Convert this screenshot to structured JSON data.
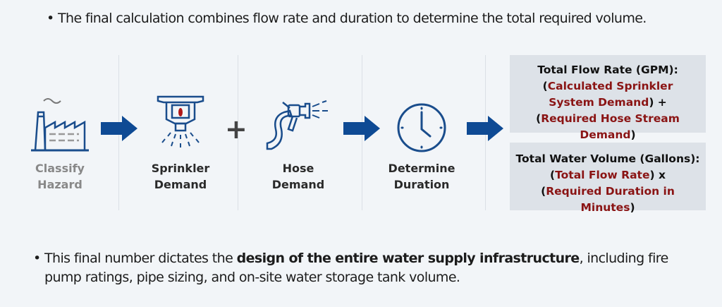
{
  "bullets": {
    "top": "The final calculation combines flow rate and duration to determine the total required volume.",
    "bottom_pre": "This final number dictates the ",
    "bottom_bold": "design of the entire water supply infrastructure",
    "bottom_post": ", including fire pump ratings, pipe sizing, and on-site water storage tank volume.",
    "bullet_glyph": "•"
  },
  "steps": [
    {
      "line1": "Classify",
      "line2": "Hazard",
      "icon": "factory-icon"
    },
    {
      "line1": "Sprinkler",
      "line2": "Demand",
      "icon": "sprinkler-icon"
    },
    {
      "line1": "Hose",
      "line2": "Demand",
      "icon": "hose-nozzle-icon"
    },
    {
      "line1": "Determine",
      "line2": "Duration",
      "icon": "clock-icon"
    }
  ],
  "operators": {
    "plus": "+"
  },
  "formulas": {
    "flow": {
      "title": "Total Flow Rate (GPM):",
      "p1": "(",
      "t1": "Calculated Sprinkler System Demand",
      "p2": ") + (",
      "t2": "Required Hose Stream Demand",
      "p3": ")"
    },
    "volume": {
      "title": "Total Water Volume (Gallons):",
      "p1": "(",
      "t1": "Total Flow Rate",
      "p2": ") x (",
      "t2": "Required Duration in Minutes",
      "p3": ")"
    }
  },
  "colors": {
    "accent_blue": "#0e4a94",
    "icon_blue": "#1a4d8c",
    "highlight_red": "#8a1414",
    "box_bg": "#dde2e8",
    "page_bg": "#f2f5f8"
  }
}
